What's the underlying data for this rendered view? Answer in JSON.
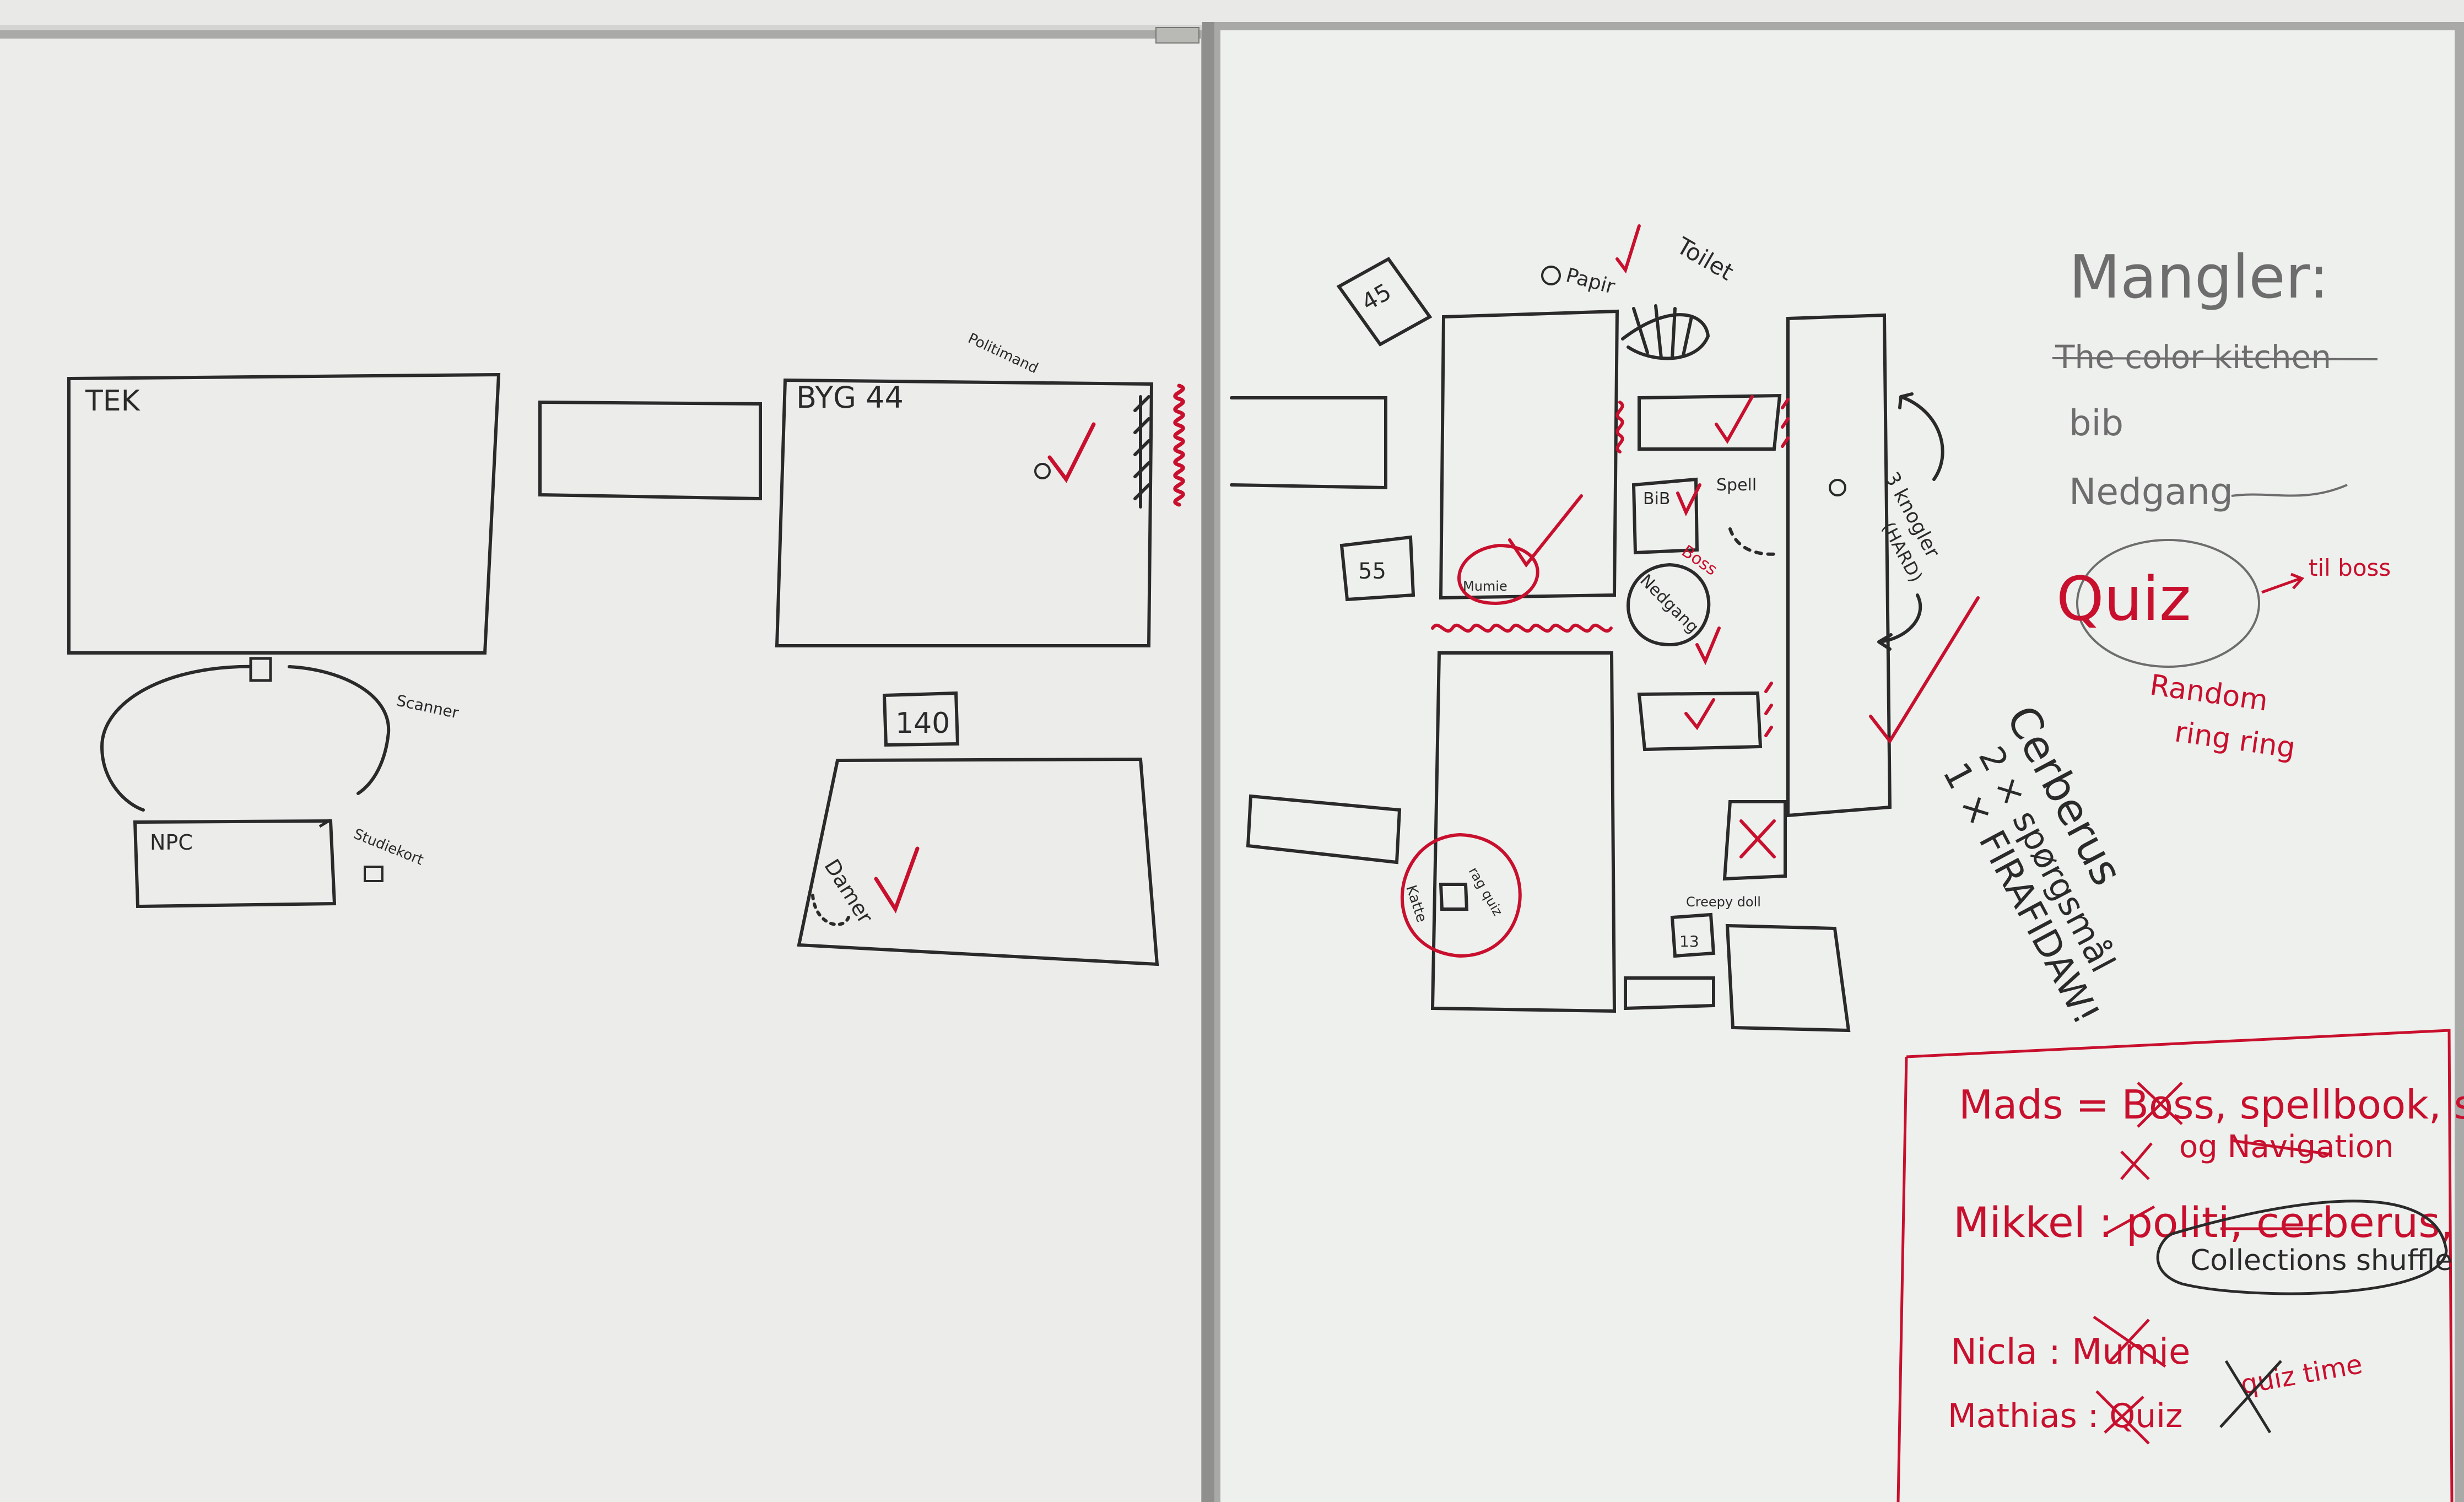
{
  "colors": {
    "board": "#ecedea",
    "frame": "#a9aaa8",
    "marker_black": "#2a2a2a",
    "marker_red": "#c8102e",
    "marker_grey": "#6d6d6d"
  },
  "left_board": {
    "labels": {
      "tek": "TEK",
      "byg44": "BYG 44",
      "politimand": "Politimand",
      "scanner": "Scanner",
      "npc": "NPC",
      "studiekort": "Studiekort",
      "room_140": "140",
      "damer": "Damer"
    }
  },
  "right_board": {
    "map_labels": {
      "room_45": "45",
      "room_55": "55",
      "papir": "Papir",
      "toilet": "Toilet",
      "spell": "Spell",
      "bib": "BiB",
      "boss": "Boss",
      "nedgang": "Nedgang",
      "mumie": "Mumie",
      "knogler": "3 knogler",
      "knogler_note": "(HARD)",
      "katte": "Katte",
      "ragquiz": "rag quiz",
      "creepy_doll": "Creepy doll",
      "room_13": "13"
    },
    "mangler": {
      "title": "Mangler:",
      "items": [
        "The color kitchen",
        "bib",
        "Nedgang"
      ],
      "quiz": "Quiz",
      "til_boss": "til boss",
      "random_ring": [
        "Random",
        "ring ring"
      ]
    },
    "cerberus": {
      "lines": [
        "Cerberus",
        "2 × spørgsmål",
        "1 × FIRAFIDAW!"
      ]
    },
    "assignments": {
      "mads": [
        "Mads = Boss, spellbook, spell,",
        "og Navigation"
      ],
      "mikkel": "Mikkel : politi, cerberus, quiz",
      "collections": "Collections shuffle",
      "nicla": "Nicla : Mumie",
      "mathias": "Mathias : Quiz",
      "quiz_time": "quiz time"
    }
  }
}
